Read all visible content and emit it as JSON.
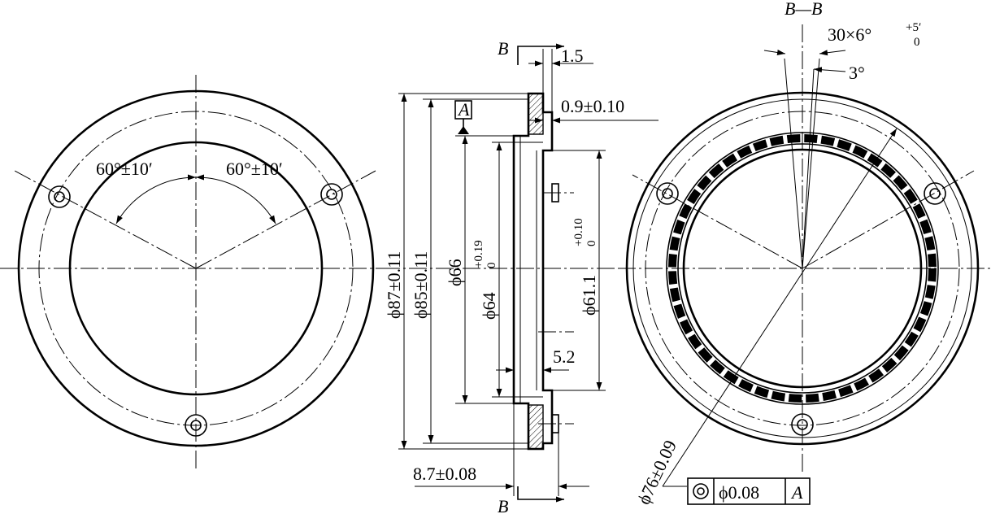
{
  "drawing": {
    "front_view": {
      "angle_left": "60°±10′",
      "angle_right": "60°±10′"
    },
    "section_view": {
      "section_mark_top": "B",
      "section_mark_bottom": "B",
      "datum": "A",
      "dim_1_5": "1.5",
      "dim_wall": "0.9±0.10",
      "dim_87": "ϕ87±0.11",
      "dim_85": "ϕ85±0.11",
      "dim_66": "ϕ66",
      "dim_64": "ϕ64",
      "dim_64_tol_upper": "+0.19",
      "dim_64_tol_lower": "0",
      "dim_61": "ϕ61.1",
      "dim_61_tol_upper": "+0.10",
      "dim_61_tol_lower": "0",
      "dim_5_2": "5.2",
      "dim_8_7": "8.7±0.08"
    },
    "section_b_view": {
      "title": "B—B",
      "teeth": "30×6°",
      "teeth_tol_upper": "+5′",
      "teeth_tol_lower": "0",
      "dim_3deg": "3°",
      "dim_76": "ϕ76±0.09",
      "fcf_value": "ϕ0.08",
      "fcf_datum": "A"
    }
  }
}
